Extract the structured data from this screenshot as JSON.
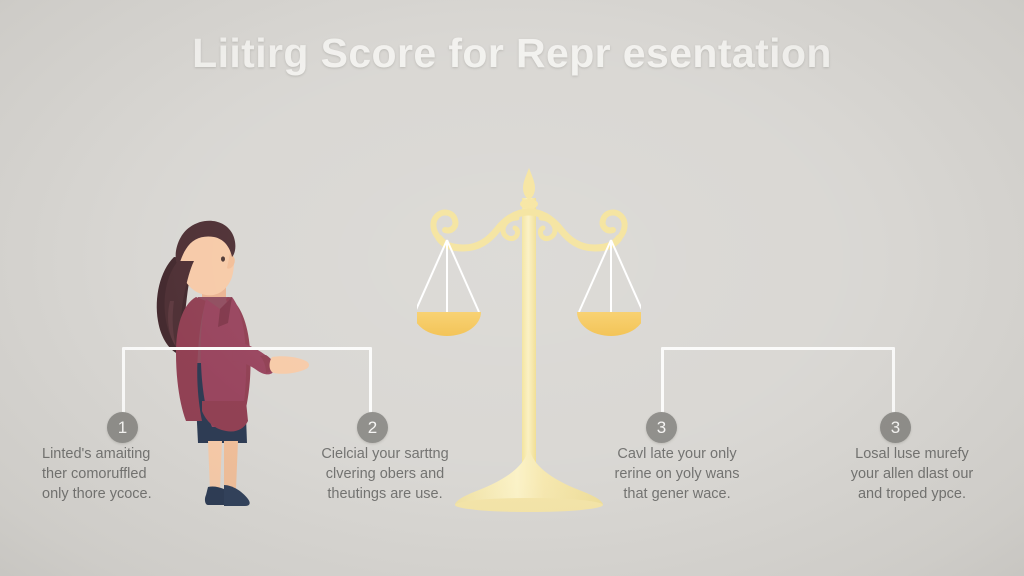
{
  "page": {
    "background_color": "#d8d6d2",
    "title": "Liitirg Score for Repr esentation",
    "title_color": "#f2f1ee"
  },
  "illustration": {
    "scales": {
      "name": "scales-of-justice",
      "beam_color": "#f7e9a8",
      "pan_color": "#f5c85a",
      "string_color": "#ffffff",
      "post_color": "#f8eaa9"
    },
    "person": {
      "name": "businesswoman-figure",
      "hair_color": "#4a2b30",
      "jacket_color": "#8e3b4f",
      "skirt_color": "#27364f",
      "skin_color": "#f6c6a4",
      "shoe_color": "#27364f"
    },
    "connector_color": "#fbfbfa"
  },
  "steps": [
    {
      "number": "1",
      "badge_color": "#8c8b87",
      "caption": "Linted's amaiting\nther comoruffled\nonly thore ycoce."
    },
    {
      "number": "2",
      "badge_color": "#8c8b87",
      "caption": "Cielcial your sarttng\nclvering obers and\ntheutings are use."
    },
    {
      "number": "3",
      "badge_color": "#8c8b87",
      "caption": "Cavl late your only\nrerine on yoly wans\nthat gener wace."
    },
    {
      "number": "3",
      "badge_color": "#8c8b87",
      "caption": "Losal luse murefy\nyour allen dlast our\nand troped ypce."
    }
  ]
}
